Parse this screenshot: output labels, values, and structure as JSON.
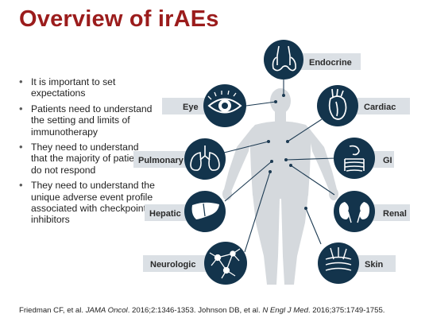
{
  "slide": {
    "title": "Overview of irAEs",
    "bullets": [
      "It is important to set expectations",
      "Patients need to understand the setting and limits of immunotherapy",
      "They need to understand that the majority of patients do not respond",
      "They need to understand the unique adverse event profile associated with checkpoint inhibitors"
    ],
    "citation": {
      "part1": "Friedman CF, et al. ",
      "journal1": "JAMA Oncol",
      "part2": ". 2016;2:1346-1353. Johnson DB, et al. ",
      "journal2": "N Engl J Med",
      "part3": ". 2016;375:1749-1755."
    }
  },
  "organs": {
    "endocrine": "Endocrine",
    "eye": "Eye",
    "cardiac": "Cardiac",
    "pulmonary": "Pulmonary",
    "gi": "GI",
    "hepatic": "Hepatic",
    "renal": "Renal",
    "neurologic": "Neurologic",
    "skin": "Skin"
  },
  "colors": {
    "title": "#9b1c1c",
    "icon_circle": "#13344c",
    "label_box": "#dbe0e5",
    "body_silhouette": "#d5d9dd",
    "connector": "#1c3a52"
  }
}
